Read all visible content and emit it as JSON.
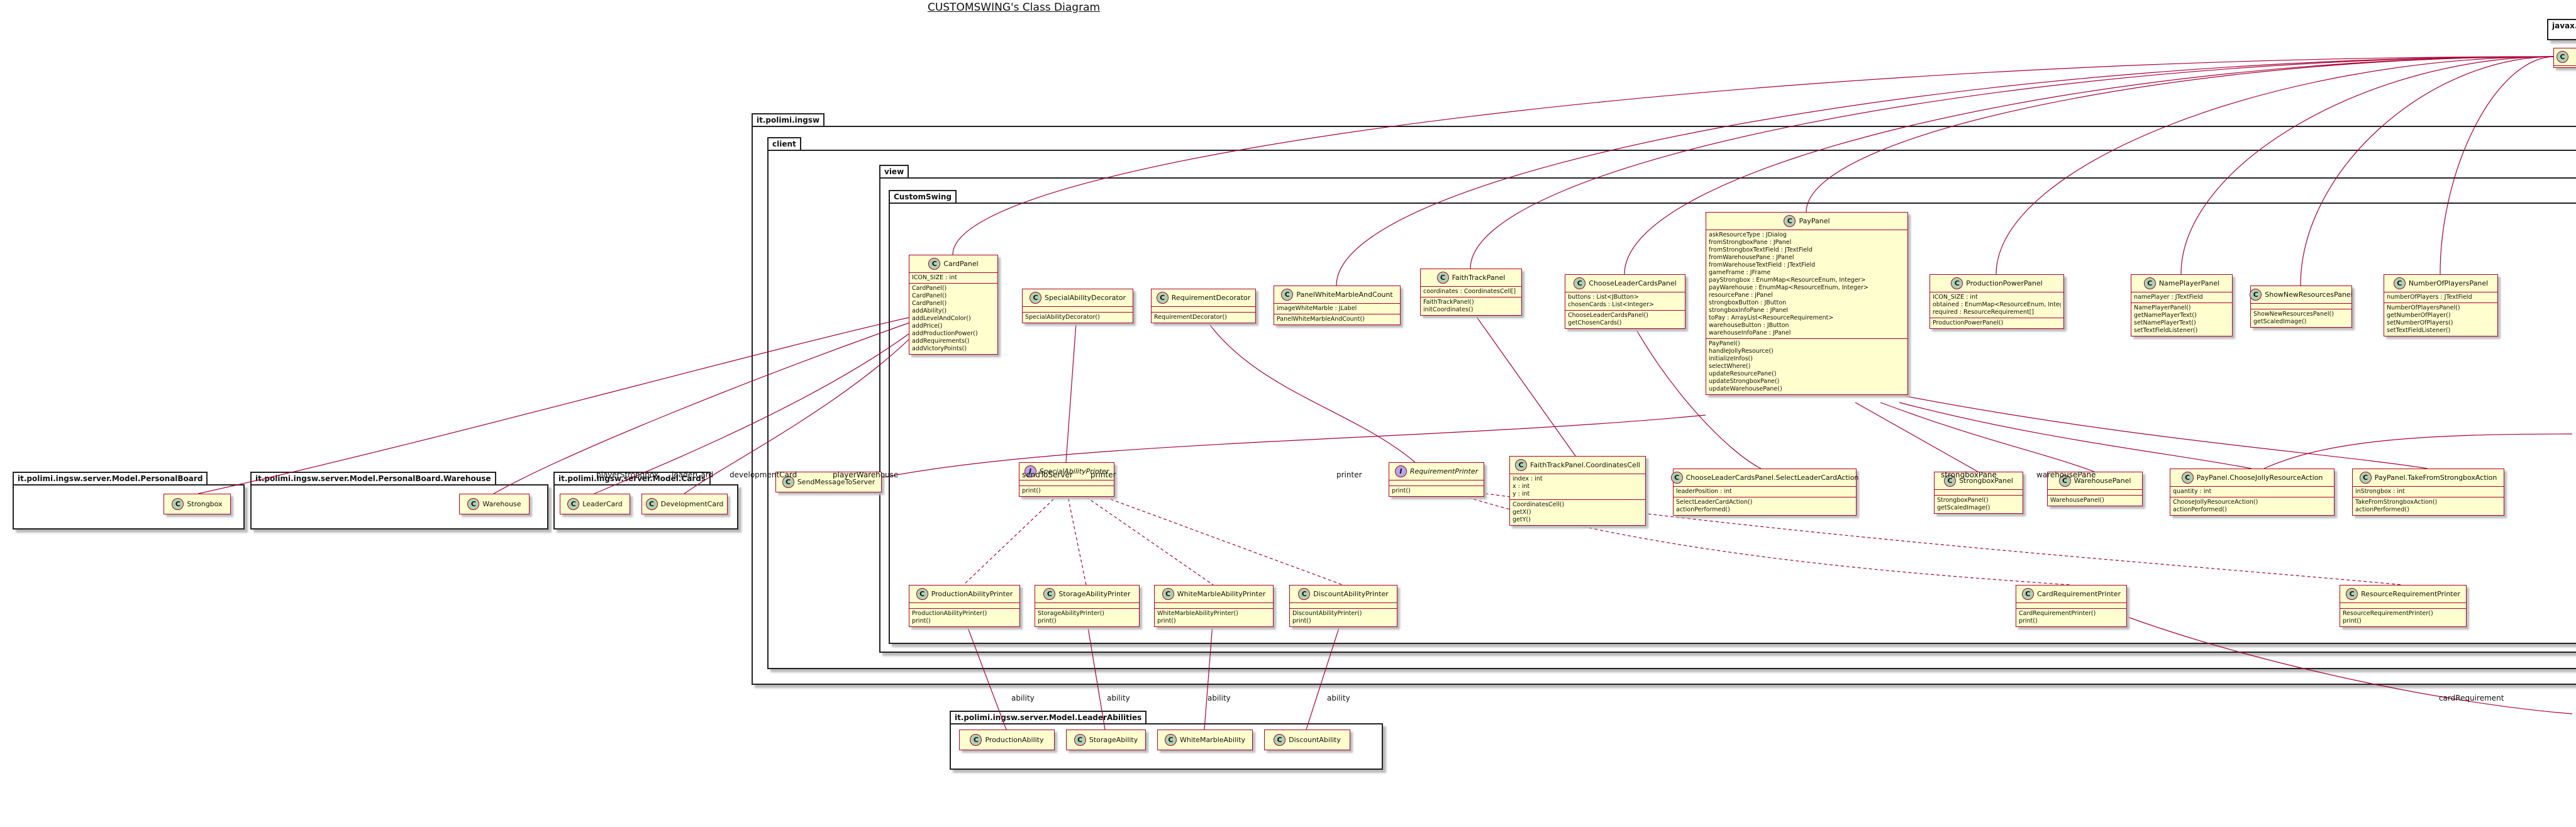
{
  "diagram": {
    "title": "CUSTOMSWING's Class Diagram"
  },
  "packages": {
    "javax": "javax.",
    "ingsw": "it.polimi.ingsw",
    "client": "client",
    "view": "view",
    "customswing": "CustomSwing",
    "personalboard": "it.polimi.ingsw.server.Model.PersonalBoard",
    "warehouse": "it.polimi.ingsw.server.Model.PersonalBoard.Warehouse",
    "cards": "it.polimi.ingsw.server.Model.Cards",
    "leaderabilities": "it.polimi.ingsw.server.Model.LeaderAbilities"
  },
  "classes": {
    "CardPanel": {
      "name": "CardPanel",
      "fields": [
        "ICON_SIZE : int"
      ],
      "methods": [
        "CardPanel()",
        "CardPanel()",
        "CardPanel()",
        "addAbility()",
        "addLevelAndColor()",
        "addPrice()",
        "addProductionPower()",
        "addRequirements()",
        "addVictoryPoints()"
      ]
    },
    "SpecialAbilityDecorator": {
      "name": "SpecialAbilityDecorator",
      "fields": [],
      "methods": [
        "SpecialAbilityDecorator()"
      ]
    },
    "RequirementDecorator": {
      "name": "RequirementDecorator",
      "fields": [],
      "methods": [
        "RequirementDecorator()"
      ]
    },
    "PanelWhiteMarbleAndCount": {
      "name": "PanelWhiteMarbleAndCount",
      "fields": [
        "imageWhiteMarble : JLabel"
      ],
      "methods": [
        "PanelWhiteMarbleAndCount()"
      ]
    },
    "FaithTrackPanel": {
      "name": "FaithTrackPanel",
      "fields": [
        "coordinates : CoordinatesCell[]"
      ],
      "methods": [
        "FaithTrackPanel()",
        "initCoordinates()"
      ]
    },
    "ChooseLeaderCardsPanel": {
      "name": "ChooseLeaderCardsPanel",
      "fields": [
        "buttons : List<JButton>",
        "chosenCards : List<Integer>"
      ],
      "methods": [
        "ChooseLeaderCardsPanel()",
        "getChosenCards()"
      ]
    },
    "PayPanel": {
      "name": "PayPanel",
      "fields": [
        "askResourceType : JDialog",
        "fromStrongboxPane : JPanel",
        "fromStrongboxTextField : JTextField",
        "fromWarehousePane : JPanel",
        "fromWarehouseTextField : JTextField",
        "gameFrame : JFrame",
        "payStrongbox : EnumMap<ResourceEnum, Integer>",
        "payWarehouse : EnumMap<ResourceEnum, Integer>",
        "resourcePane : JPanel",
        "strongboxButton : JButton",
        "strongboxInfoPane : JPanel",
        "toPay : ArrayList<ResourceRequirement>",
        "warehouseButton : JButton",
        "warehouseInfoPane : JPanel"
      ],
      "methods": [
        "PayPanel()",
        "handleJollyResource()",
        "initializeInfos()",
        "selectWhere()",
        "updateResourcePane()",
        "updateStrongboxPane()",
        "updateWarehousePane()"
      ]
    },
    "ProductionPowerPanel": {
      "name": "ProductionPowerPanel",
      "fields": [
        "ICON_SIZE : int",
        "obtained : EnumMap<ResourceEnum, Integer>",
        "required : ResourceRequirement[]"
      ],
      "methods": [
        "ProductionPowerPanel()"
      ]
    },
    "NamePlayerPanel": {
      "name": "NamePlayerPanel",
      "fields": [
        "namePlayer : JTextField"
      ],
      "methods": [
        "NamePlayerPanel()",
        "getNamePlayerText()",
        "setNamePlayerText()",
        "setTextFieldListener()"
      ]
    },
    "ShowNewResourcesPanel": {
      "name": "ShowNewResourcesPanel",
      "fields": [],
      "methods": [
        "ShowNewResourcesPanel()",
        "getScaledImage()"
      ]
    },
    "NumberOfPlayersPanel": {
      "name": "NumberOfPlayersPanel",
      "fields": [
        "numberOfPlayers : JTextField"
      ],
      "methods": [
        "NumberOfPlayersPanel()",
        "getNumberOfPlayer()",
        "setNumberOfPlayers()",
        "setTextFieldListener()"
      ]
    },
    "SendMessageToServer": {
      "name": "SendMessageToServer"
    },
    "SpecialAbilityPrinter": {
      "name": "SpecialAbilityPrinter",
      "fields": [],
      "methods": [
        "print()"
      ]
    },
    "RequirementPrinter": {
      "name": "RequirementPrinter",
      "fields": [],
      "methods": [
        "print()"
      ]
    },
    "CoordinatesCell": {
      "name": "FaithTrackPanel.CoordinatesCell",
      "fields": [
        "index : int",
        "x : int",
        "y : int"
      ],
      "methods": [
        "CoordinatesCell()",
        "getX()",
        "getY()"
      ]
    },
    "SelectLeaderCardAction": {
      "name": "ChooseLeaderCardsPanel.SelectLeaderCardAction",
      "fields": [
        "leaderPosition : int"
      ],
      "methods": [
        "SelectLeaderCardAction()",
        "actionPerformed()"
      ]
    },
    "StrongboxPanel": {
      "name": "StrongboxPanel",
      "fields": [],
      "methods": [
        "StrongboxPanel()",
        "getScaledImage()"
      ]
    },
    "WarehousePanel": {
      "name": "WarehousePanel",
      "fields": [],
      "methods": [
        "WarehousePanel()"
      ]
    },
    "ChooseJollyResourceAction": {
      "name": "PayPanel.ChooseJollyResourceAction",
      "fields": [
        "quantity : int"
      ],
      "methods": [
        "ChooseJollyResourceAction()",
        "actionPerformed()"
      ]
    },
    "TakeFromStrongboxAction": {
      "name": "PayPanel.TakeFromStrongboxAction",
      "fields": [
        "inStrongbox : int"
      ],
      "methods": [
        "TakeFromStrongboxAction()",
        "actionPerformed()"
      ]
    },
    "ProductionAbilityPrinter": {
      "name": "ProductionAbilityPrinter",
      "fields": [],
      "methods": [
        "ProductionAbilityPrinter()",
        "print()"
      ]
    },
    "StorageAbilityPrinter": {
      "name": "StorageAbilityPrinter",
      "fields": [],
      "methods": [
        "StorageAbilityPrinter()",
        "print()"
      ]
    },
    "WhiteMarbleAbilityPrinter": {
      "name": "WhiteMarbleAbilityPrinter",
      "fields": [],
      "methods": [
        "WhiteMarbleAbilityPrinter()",
        "print()"
      ]
    },
    "DiscountAbilityPrinter": {
      "name": "DiscountAbilityPrinter",
      "fields": [],
      "methods": [
        "DiscountAbilityPrinter()",
        "print()"
      ]
    },
    "CardRequirementPrinter": {
      "name": "CardRequirementPrinter",
      "fields": [],
      "methods": [
        "CardRequirementPrinter()",
        "print()"
      ]
    },
    "ResourceRequirementPrinter": {
      "name": "ResourceRequirementPrinter",
      "fields": [],
      "methods": [
        "ResourceRequirementPrinter()",
        "print()"
      ]
    },
    "Strongbox": {
      "name": "Strongbox"
    },
    "Warehouse": {
      "name": "Warehouse"
    },
    "LeaderCard": {
      "name": "LeaderCard"
    },
    "DevelopmentCard": {
      "name": "DevelopmentCard"
    },
    "ProductionAbility": {
      "name": "ProductionAbility"
    },
    "StorageAbility": {
      "name": "StorageAbility"
    },
    "WhiteMarbleAbility": {
      "name": "WhiteMarbleAbility"
    },
    "DiscountAbility": {
      "name": "DiscountAbility"
    }
  },
  "labels": {
    "playerStrongbox": "playerStrongbox",
    "leaderCard": "leaderCard",
    "developmentCard": "developmentCard",
    "playerWarehouse": "playerWarehouse",
    "sendToServer": "sendToServer",
    "printer1": "printer",
    "printer2": "printer",
    "strongboxPane": "strongboxPane",
    "warehousePane": "warehousePane",
    "ability1": "ability",
    "ability2": "ability",
    "ability3": "ability",
    "ability4": "ability",
    "cardRequirement": "cardRequirement"
  },
  "colors": {
    "class_fill": "#fefece",
    "class_border": "#a80036",
    "class_badge": "#add1b2",
    "interface_badge": "#b4a7e5",
    "link": "#a80036"
  }
}
